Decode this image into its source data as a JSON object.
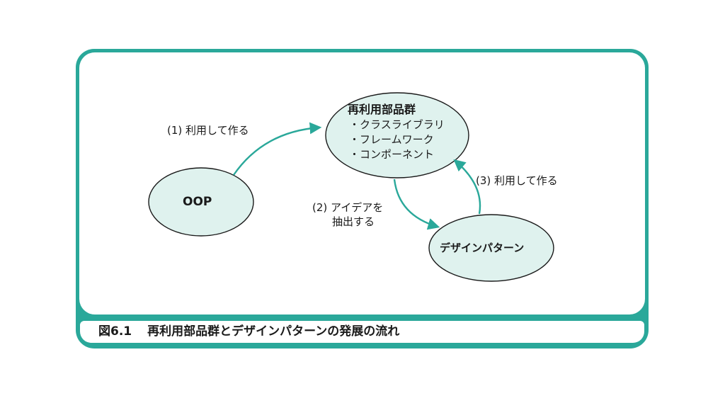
{
  "nodes": {
    "oop": {
      "label": "OOP"
    },
    "reuse": {
      "title": "再利用部品群",
      "items": [
        "クラスライブラリ",
        "フレームワーク",
        "コンポーネント"
      ]
    },
    "patterns": {
      "label": "デザインパターン"
    }
  },
  "edges": {
    "e1": "(1) 利用して作る",
    "e2_line1": "(2) アイデアを",
    "e2_line2": "抽出する",
    "e3": "(3) 利用して作る"
  },
  "caption": {
    "number": "図6.1",
    "text": "再利用部品群とデザインパターンの発展の流れ"
  },
  "colors": {
    "accent": "#2aa89a",
    "node_fill": "#dff2ee",
    "arrow": "#2aa89a"
  }
}
